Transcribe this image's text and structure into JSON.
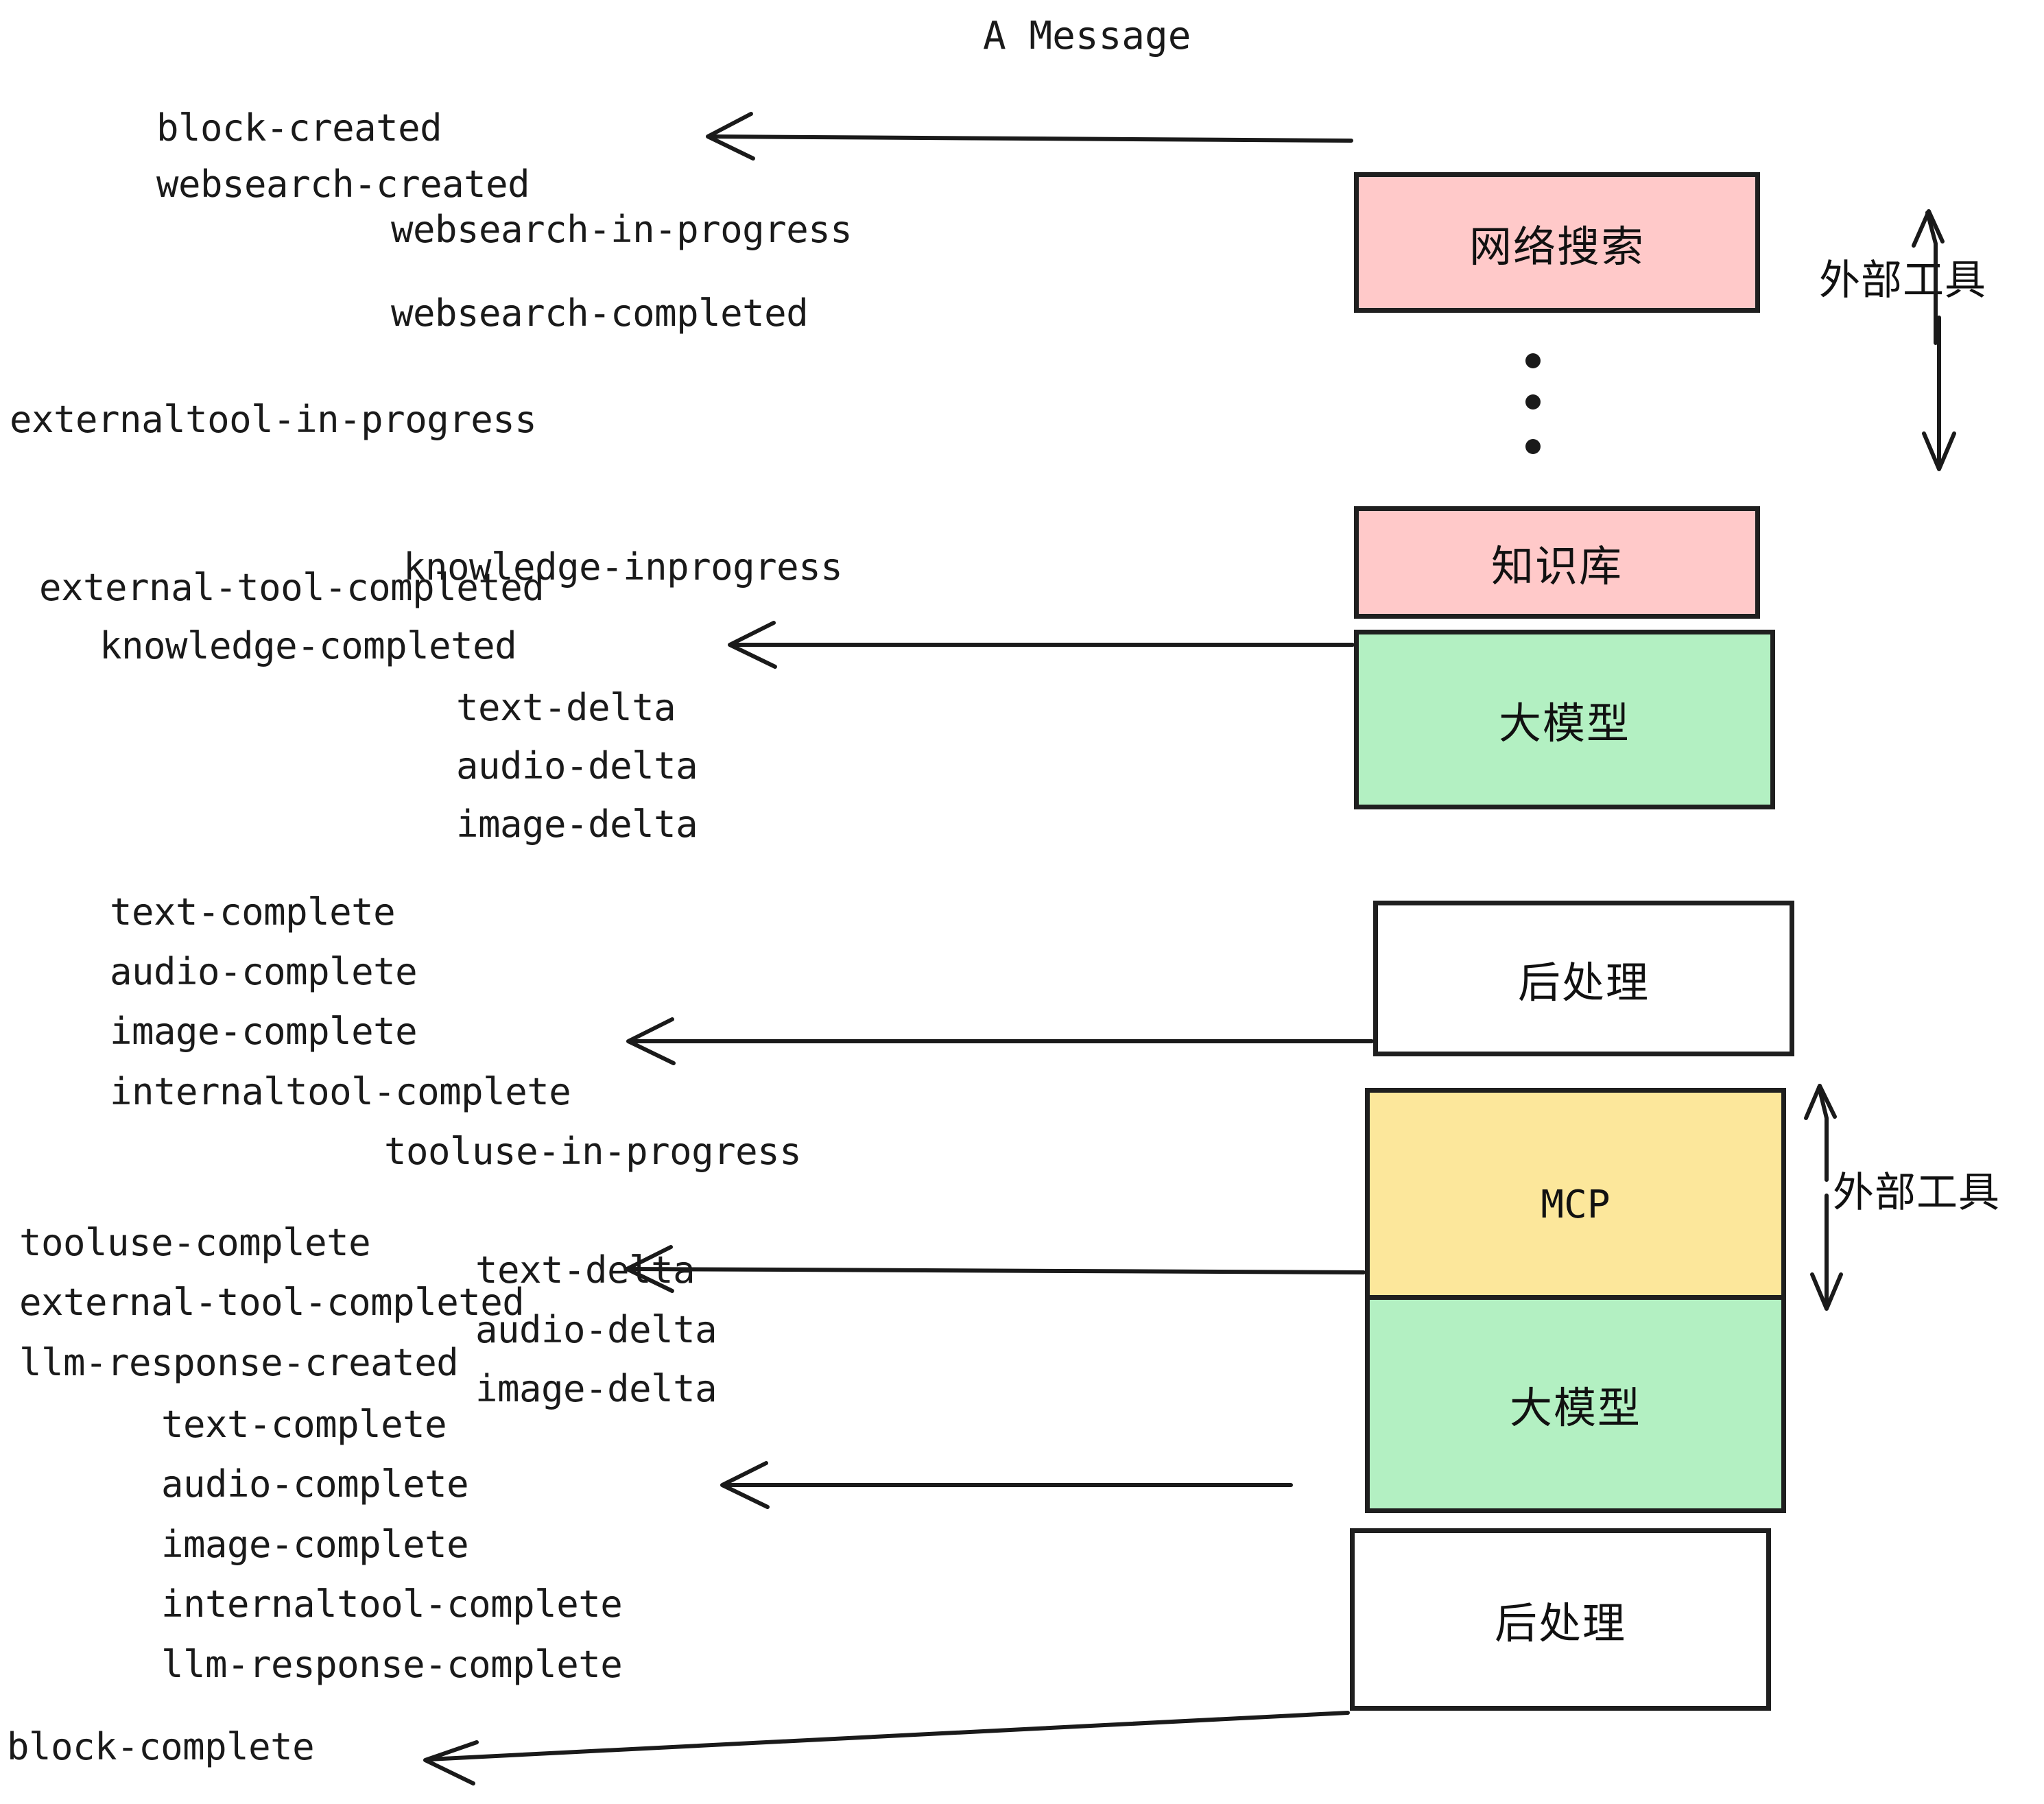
{
  "diagram": {
    "title": "A Message",
    "colors": {
      "pink": "#FFC9C9",
      "green": "#B3F0C2",
      "yellow": "#FCE79B",
      "white": "#FFFFFF",
      "stroke": "#1F1F1F",
      "text": "#1A1A1A"
    },
    "boxes": [
      {
        "id": "websearch",
        "label": "网络搜索",
        "fill": "#FFC9C9"
      },
      {
        "id": "knowledge",
        "label": "知识库",
        "fill": "#FFC9C9"
      },
      {
        "id": "llm-1",
        "label": "大模型",
        "fill": "#B3F0C2"
      },
      {
        "id": "postprocess-1",
        "label": "后处理",
        "fill": "#FFFFFF"
      },
      {
        "id": "mcp",
        "label": "MCP",
        "fill": "#FCE79B"
      },
      {
        "id": "llm-2",
        "label": "大模型",
        "fill": "#B3F0C2"
      },
      {
        "id": "postprocess-2",
        "label": "后处理",
        "fill": "#FFFFFF"
      }
    ],
    "side_labels": [
      {
        "id": "external-tools-top",
        "text": "外部工具"
      },
      {
        "id": "external-tools-bottom",
        "text": "外部工具"
      }
    ],
    "events": [
      {
        "id": "e01",
        "text": "block-created"
      },
      {
        "id": "e02",
        "text": "websearch-created"
      },
      {
        "id": "e03",
        "text": "websearch-in-progress"
      },
      {
        "id": "e04",
        "text": "websearch-completed"
      },
      {
        "id": "e05",
        "text": "externaltool-in-progress"
      },
      {
        "id": "e06",
        "text": "knowledge-inprogress"
      },
      {
        "id": "e07",
        "text": "external-tool-completed"
      },
      {
        "id": "e08",
        "text": "knowledge-completed"
      },
      {
        "id": "e09",
        "text": "text-delta"
      },
      {
        "id": "e10",
        "text": "audio-delta"
      },
      {
        "id": "e11",
        "text": "image-delta"
      },
      {
        "id": "e12",
        "text": "text-complete"
      },
      {
        "id": "e13",
        "text": "audio-complete"
      },
      {
        "id": "e14",
        "text": "image-complete"
      },
      {
        "id": "e15",
        "text": "internaltool-complete"
      },
      {
        "id": "e16",
        "text": "tooluse-in-progress"
      },
      {
        "id": "e17",
        "text": "tooluse-complete"
      },
      {
        "id": "e18",
        "text": "external-tool-completed"
      },
      {
        "id": "e19",
        "text": "llm-response-created"
      },
      {
        "id": "e20",
        "text": "text-complete"
      },
      {
        "id": "e21",
        "text": "audio-complete"
      },
      {
        "id": "e22",
        "text": "image-complete"
      },
      {
        "id": "e23",
        "text": "internaltool-complete"
      },
      {
        "id": "e24",
        "text": "llm-response-complete"
      },
      {
        "id": "e25",
        "text": "block-complete"
      }
    ],
    "ellipsis_dots": 3
  }
}
